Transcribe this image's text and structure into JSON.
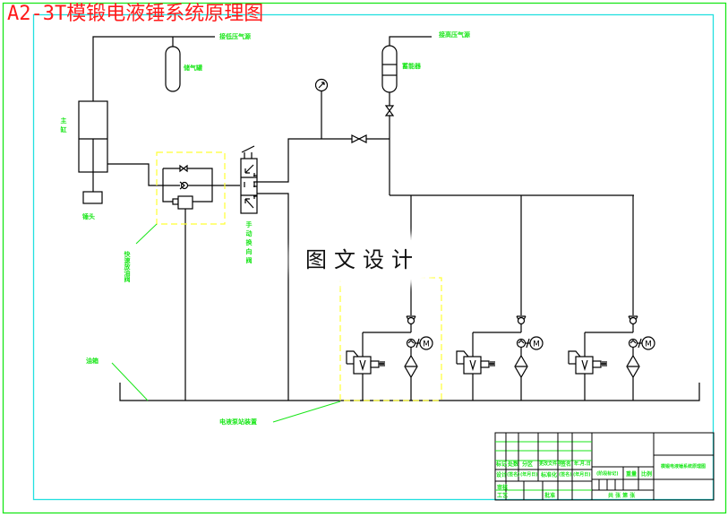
{
  "drawing": {
    "title": "A2-3T模锻电液锤系统原理图",
    "watermark": "图文设计",
    "colors": {
      "title": "#ff1a1a",
      "label": "#19e619",
      "outer_border": "#19e619",
      "inner_border": "#22e0e0",
      "lines": "#000000",
      "highlight_box": "#ffff33"
    }
  },
  "labels": {
    "high_pressure_gas_top_left": "接低压气源",
    "air_bottle": "储气罐",
    "high_pressure_gas_top_right": "接高压气源",
    "accumulator": "蓄能器",
    "main_cylinder": "主缸",
    "hammer_head": "锤头",
    "quick_release_valve": "快速放油阀",
    "manual_valve": "手动换向阀",
    "oil_tank": "油箱",
    "pump_station": "电液泵站装置"
  },
  "components": [
    {
      "name": "air-bottle",
      "type": "gas-bottle"
    },
    {
      "name": "accumulator",
      "type": "accumulator"
    },
    {
      "name": "pressure-gauge",
      "type": "gauge"
    },
    {
      "name": "shutoff-valve-horizontal",
      "type": "valve"
    },
    {
      "name": "shutoff-valve-vertical",
      "type": "valve"
    },
    {
      "name": "main-cylinder",
      "type": "cylinder"
    },
    {
      "name": "quick-release-valve-group",
      "type": "valve-group"
    },
    {
      "name": "manual-directional-valve",
      "type": "3-position-valve"
    },
    {
      "name": "pump-unit-1",
      "type": "pump-motor-filter-relief"
    },
    {
      "name": "pump-unit-2",
      "type": "pump-motor-filter-relief"
    },
    {
      "name": "pump-unit-3",
      "type": "pump-motor-filter-relief"
    }
  ],
  "title_block": {
    "rev_headers": [
      "标记",
      "处数",
      "分区",
      "更改文件号",
      "签名",
      "年.月.日"
    ],
    "sign_row": [
      "设计",
      "(签名)",
      "(年月日)",
      "标准化",
      "(签名)",
      "(年月日)"
    ],
    "review": "审核",
    "process": "工艺",
    "approve": "批准",
    "stage_mark": "(阶段标记)",
    "weight": "重量",
    "scale": "比例",
    "sheets": "共 张 第 张",
    "drawing_name": "模锻电液锤系统原理图"
  }
}
